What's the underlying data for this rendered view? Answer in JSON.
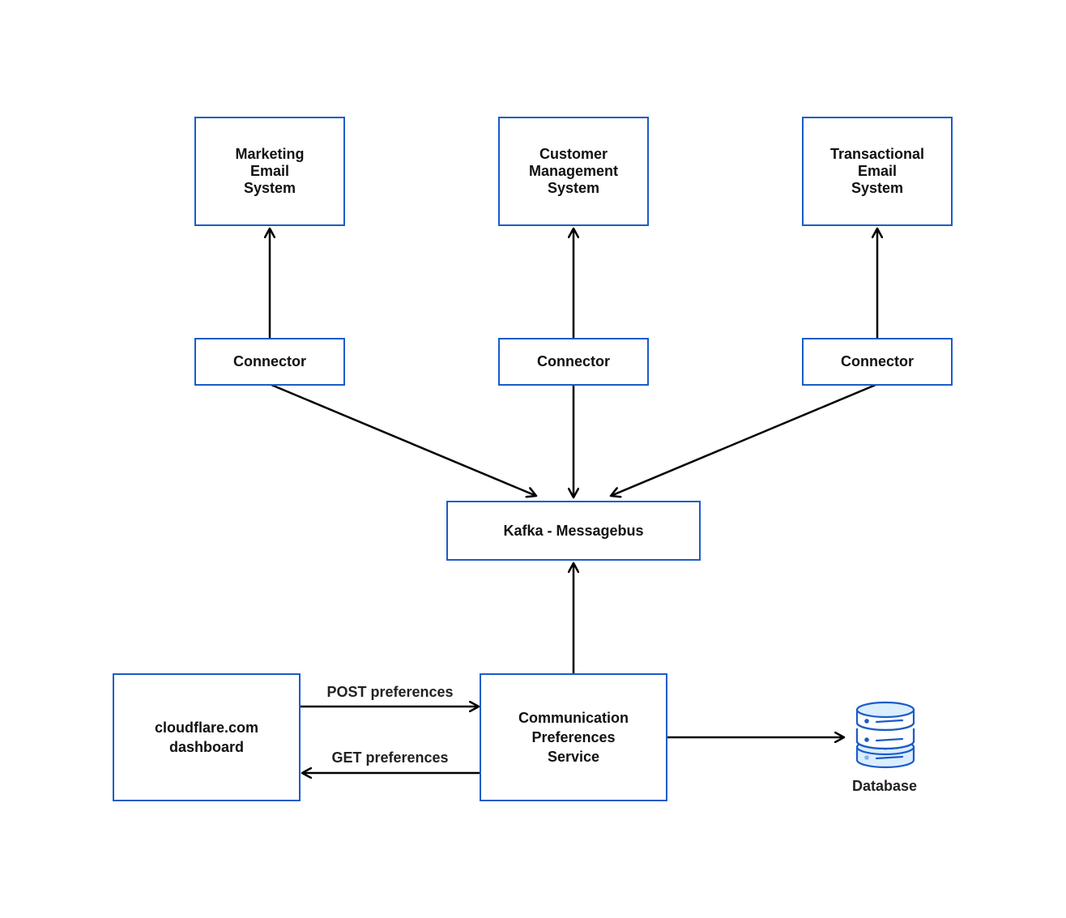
{
  "colors": {
    "box_border": "#1a5cc8",
    "arrow": "#000000",
    "db_fill": "#dbeeff",
    "db_stroke": "#1a5cc8"
  },
  "nodes": {
    "marketing": "Marketing\nEmail\nSystem",
    "customer": "Customer\nManagement\nSystem",
    "transactional": "Transactional\nEmail\nSystem",
    "connector_left": "Connector",
    "connector_mid": "Connector",
    "connector_right": "Connector",
    "kafka": "Kafka - Messagebus",
    "dashboard": "cloudflare.com\ndashboard",
    "cps": "Communication\nPreferences\nService",
    "database": "Database"
  },
  "edges": {
    "post_label": "POST preferences",
    "get_label": "GET preferences"
  },
  "icons": {
    "database": "database-icon"
  }
}
